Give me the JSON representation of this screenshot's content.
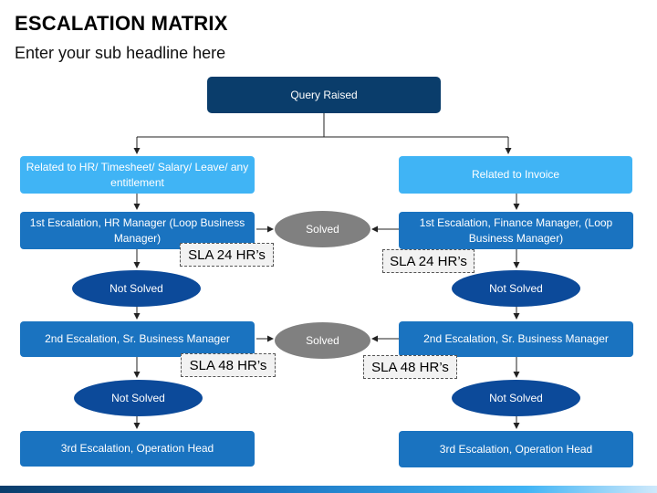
{
  "header": {
    "title": "ESCALATION MATRIX",
    "subtitle": "Enter your sub headline here"
  },
  "diagram": {
    "root": "Query Raised",
    "left": {
      "category": "Related to HR/ Timesheet/ Salary/ Leave/ any entitlement",
      "first_escalation": "1st Escalation, HR Manager (Loop Business Manager)",
      "sla_first": "SLA 24 HR’s",
      "not_solved_1": "Not Solved",
      "second_escalation": "2nd Escalation, Sr. Business Manager",
      "sla_second": "SLA 48 HR’s",
      "not_solved_2": "Not Solved",
      "third_escalation": "3rd Escalation, Operation Head"
    },
    "right": {
      "category": "Related to Invoice",
      "first_escalation": "1st Escalation, Finance Manager, (Loop Business Manager)",
      "sla_first": "SLA 24 HR’s",
      "not_solved_1": "Not Solved",
      "second_escalation": "2nd Escalation, Sr. Business Manager",
      "sla_second": "SLA 48 HR’s",
      "not_solved_2": "Not Solved",
      "third_escalation": "3rd Escalation, Operation Head"
    },
    "solved_1": "Solved",
    "solved_2": "Solved"
  },
  "colors": {
    "root": "#0a3d6b",
    "category": "#40b4f5",
    "escalation": "#1a73c0",
    "not_solved": "#0c4a9a",
    "solved": "#808080"
  }
}
